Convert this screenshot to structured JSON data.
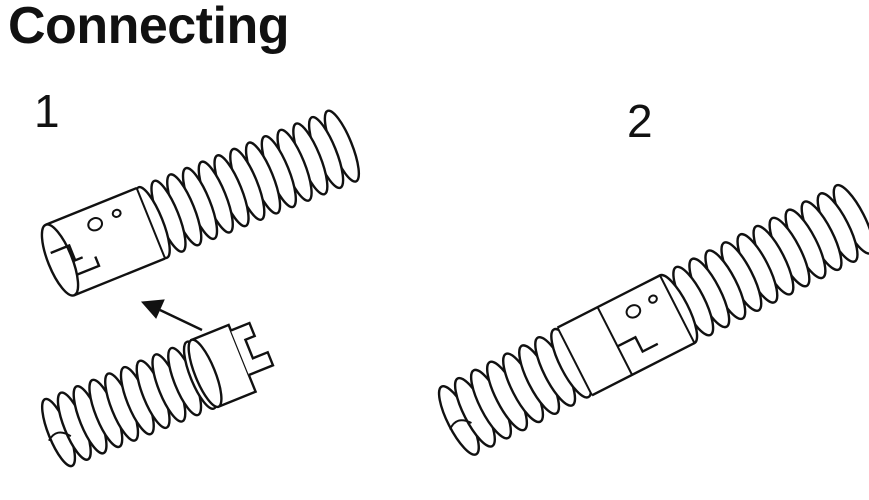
{
  "title": "Connecting",
  "steps": [
    {
      "label": "1",
      "icon": "cable-sections-align-icon"
    },
    {
      "label": "2",
      "icon": "cable-sections-joined-icon"
    }
  ],
  "colors": {
    "stroke": "#111111",
    "fill": "#ffffff"
  }
}
